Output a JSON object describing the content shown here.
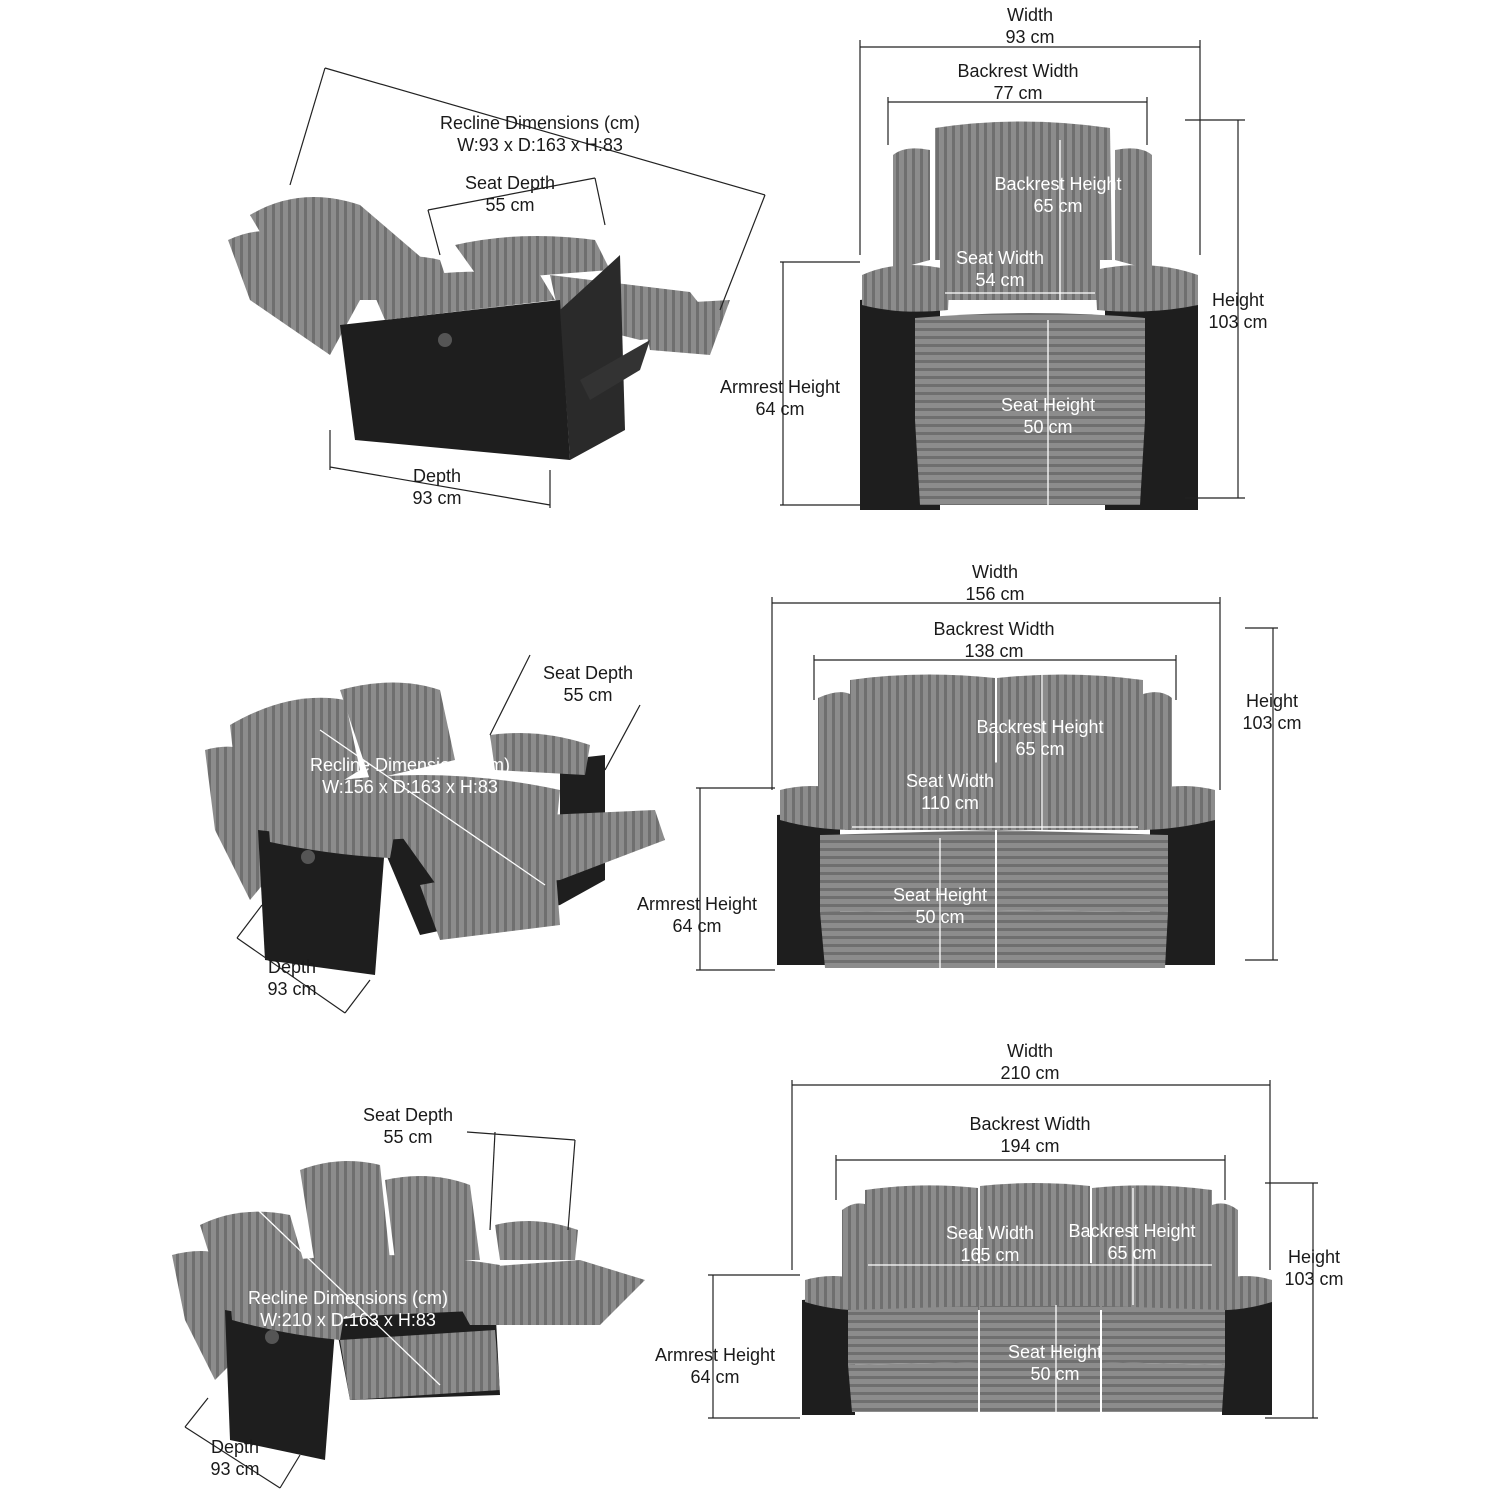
{
  "recliner_1": {
    "angled": {
      "recline": {
        "title": "Recline Dimensions (cm)",
        "value": "W:93 x D:163 x H:83"
      },
      "seat_depth": {
        "title": "Seat Depth",
        "value": "55 cm"
      },
      "depth": {
        "title": "Depth",
        "value": "93 cm"
      }
    },
    "front": {
      "width": {
        "title": "Width",
        "value": "93 cm"
      },
      "backrest_width": {
        "title": "Backrest Width",
        "value": "77 cm"
      },
      "backrest_height": {
        "title": "Backrest Height",
        "value": "65 cm"
      },
      "seat_width": {
        "title": "Seat Width",
        "value": "54 cm"
      },
      "height": {
        "title": "Height",
        "value": "103 cm"
      },
      "armrest_height": {
        "title": "Armrest Height",
        "value": "64 cm"
      },
      "seat_height": {
        "title": "Seat Height",
        "value": "50 cm"
      }
    }
  },
  "recliner_2": {
    "angled": {
      "seat_depth": {
        "title": "Seat Depth",
        "value": "55 cm"
      },
      "recline": {
        "title": "Recline Dimensions (cm)",
        "value": "W:156 x D:163 x H:83"
      },
      "depth": {
        "title": "Depth",
        "value": "93 cm"
      }
    },
    "front": {
      "width": {
        "title": "Width",
        "value": "156 cm"
      },
      "backrest_width": {
        "title": "Backrest Width",
        "value": "138 cm"
      },
      "height": {
        "title": "Height",
        "value": "103 cm"
      },
      "backrest_height": {
        "title": "Backrest Height",
        "value": "65 cm"
      },
      "seat_width": {
        "title": "Seat Width",
        "value": "110 cm"
      },
      "armrest_height": {
        "title": "Armrest Height",
        "value": "64 cm"
      },
      "seat_height": {
        "title": "Seat Height",
        "value": "50 cm"
      }
    }
  },
  "recliner_3": {
    "angled": {
      "seat_depth": {
        "title": "Seat Depth",
        "value": "55 cm"
      },
      "recline": {
        "title": "Recline Dimensions (cm)",
        "value": "W:210 x D:163 x H:83"
      },
      "depth": {
        "title": "Depth",
        "value": "93 cm"
      }
    },
    "front": {
      "width": {
        "title": "Width",
        "value": "210 cm"
      },
      "backrest_width": {
        "title": "Backrest Width",
        "value": "194 cm"
      },
      "seat_width": {
        "title": "Seat Width",
        "value": "165 cm"
      },
      "backrest_height": {
        "title": "Backrest Height",
        "value": "65 cm"
      },
      "height": {
        "title": "Height",
        "value": "103 cm"
      },
      "armrest_height": {
        "title": "Armrest Height",
        "value": "64 cm"
      },
      "seat_height": {
        "title": "Seat Height",
        "value": "50 cm"
      }
    }
  },
  "colors": {
    "fabric": "#8a8a8a",
    "fabric_dark": "#6e6e6e",
    "leather": "#1e1e1e",
    "line": "#222222"
  }
}
